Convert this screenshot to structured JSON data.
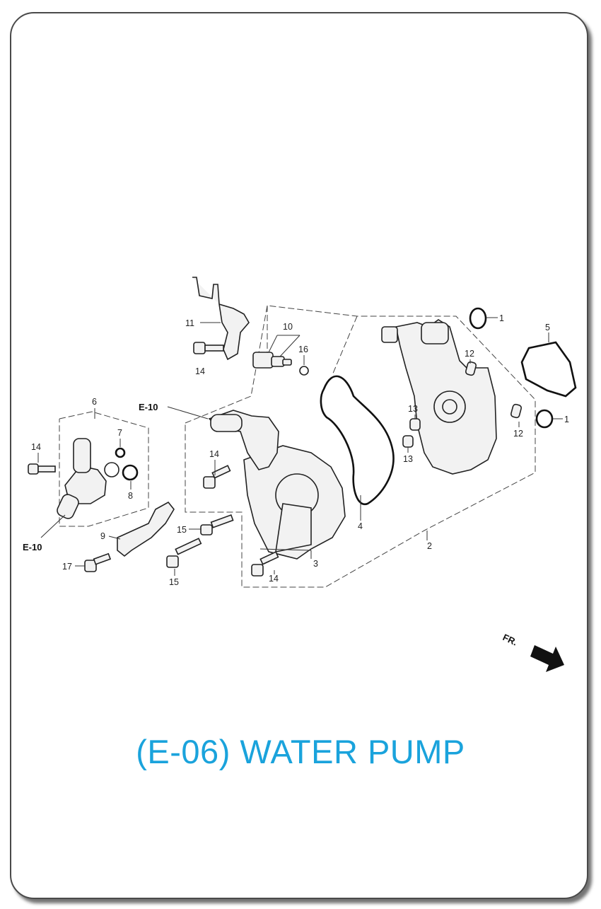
{
  "diagram": {
    "title": "(E-06) WATER PUMP",
    "direction_label": "FR.",
    "references": [
      "E-10",
      "E-10"
    ],
    "callouts": [
      {
        "id": "1a",
        "text": "1"
      },
      {
        "id": "1b",
        "text": "1"
      },
      {
        "id": "2",
        "text": "2"
      },
      {
        "id": "3",
        "text": "3"
      },
      {
        "id": "4",
        "text": "4"
      },
      {
        "id": "5",
        "text": "5"
      },
      {
        "id": "6",
        "text": "6"
      },
      {
        "id": "7",
        "text": "7"
      },
      {
        "id": "8",
        "text": "8"
      },
      {
        "id": "9",
        "text": "9"
      },
      {
        "id": "10",
        "text": "10"
      },
      {
        "id": "11",
        "text": "11"
      },
      {
        "id": "12a",
        "text": "12"
      },
      {
        "id": "12b",
        "text": "12"
      },
      {
        "id": "13a",
        "text": "13"
      },
      {
        "id": "13b",
        "text": "13"
      },
      {
        "id": "14a",
        "text": "14"
      },
      {
        "id": "14b",
        "text": "14"
      },
      {
        "id": "14c",
        "text": "14"
      },
      {
        "id": "14d",
        "text": "14"
      },
      {
        "id": "15a",
        "text": "15"
      },
      {
        "id": "15b",
        "text": "15"
      },
      {
        "id": "16",
        "text": "16"
      },
      {
        "id": "17",
        "text": "17"
      }
    ]
  }
}
